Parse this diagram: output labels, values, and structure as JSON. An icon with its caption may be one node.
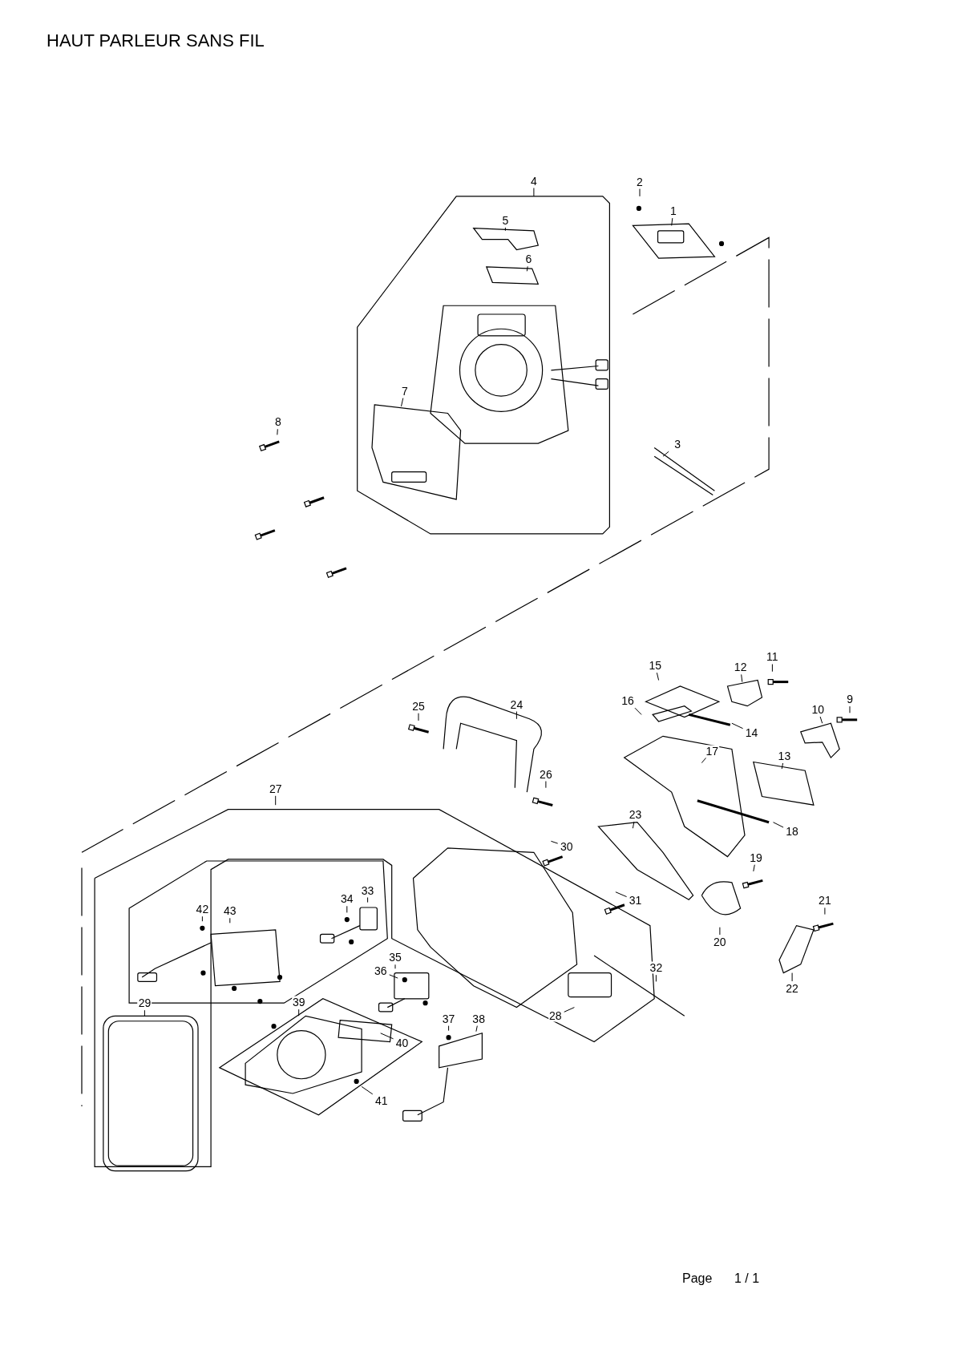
{
  "diagram": {
    "title": "HAUT PARLEUR SANS FIL",
    "nodes": [
      {
        "text": [
          "1"
        ]
      },
      {
        "text": [
          "2"
        ]
      },
      {
        "text": [
          "3"
        ]
      },
      {
        "text": [
          "4"
        ]
      },
      {
        "text": [
          "5"
        ]
      },
      {
        "text": [
          "6"
        ]
      },
      {
        "text": [
          "7"
        ]
      },
      {
        "text": [
          "8"
        ]
      },
      {
        "text": [
          "9"
        ]
      },
      {
        "text": [
          "10"
        ]
      },
      {
        "text": [
          "11"
        ]
      },
      {
        "text": [
          "12"
        ]
      },
      {
        "text": [
          "13"
        ]
      },
      {
        "text": [
          "14"
        ]
      },
      {
        "text": [
          "15"
        ]
      },
      {
        "text": [
          "16"
        ]
      },
      {
        "text": [
          "17"
        ]
      },
      {
        "text": [
          "18"
        ]
      },
      {
        "text": [
          "19"
        ]
      },
      {
        "text": [
          "20"
        ]
      },
      {
        "text": [
          "21"
        ]
      },
      {
        "text": [
          "22"
        ]
      },
      {
        "text": [
          "23"
        ]
      },
      {
        "text": [
          "24"
        ]
      },
      {
        "text": [
          "25"
        ]
      },
      {
        "text": [
          "26"
        ]
      },
      {
        "text": [
          "27"
        ]
      },
      {
        "text": [
          "28"
        ]
      },
      {
        "text": [
          "29"
        ]
      },
      {
        "text": [
          "30"
        ]
      },
      {
        "text": [
          "31"
        ]
      },
      {
        "text": [
          "32"
        ]
      },
      {
        "text": [
          "33"
        ]
      },
      {
        "text": [
          "34"
        ]
      },
      {
        "text": [
          "35"
        ]
      },
      {
        "text": [
          "36"
        ]
      },
      {
        "text": [
          "37"
        ]
      },
      {
        "text": [
          "38"
        ]
      },
      {
        "text": [
          "39"
        ]
      },
      {
        "text": [
          "40"
        ]
      },
      {
        "text": [
          "41"
        ]
      },
      {
        "text": [
          "42"
        ]
      },
      {
        "text": [
          "43"
        ]
      }
    ],
    "edges": [
      {
        "from": 0,
        "to": null,
        "arrow": "none"
      },
      {
        "from": 1,
        "to": null,
        "arrow": "none"
      },
      {
        "from": 2,
        "to": null,
        "arrow": "none"
      },
      {
        "from": 3,
        "to": null,
        "arrow": "none"
      },
      {
        "from": 4,
        "to": null,
        "arrow": "none"
      },
      {
        "from": 5,
        "to": null,
        "arrow": "none"
      },
      {
        "from": 6,
        "to": null,
        "arrow": "none"
      },
      {
        "from": 7,
        "to": null,
        "arrow": "none"
      },
      {
        "from": 8,
        "to": null,
        "arrow": "none"
      },
      {
        "from": 9,
        "to": null,
        "arrow": "none"
      },
      {
        "from": 10,
        "to": null,
        "arrow": "none"
      },
      {
        "from": 11,
        "to": null,
        "arrow": "none"
      },
      {
        "from": 12,
        "to": null,
        "arrow": "none"
      },
      {
        "from": 13,
        "to": null,
        "arrow": "none"
      },
      {
        "from": 14,
        "to": null,
        "arrow": "none"
      },
      {
        "from": 15,
        "to": null,
        "arrow": "none"
      },
      {
        "from": 16,
        "to": null,
        "arrow": "none"
      },
      {
        "from": 17,
        "to": null,
        "arrow": "none"
      },
      {
        "from": 18,
        "to": null,
        "arrow": "none"
      },
      {
        "from": 19,
        "to": null,
        "arrow": "none"
      },
      {
        "from": 20,
        "to": null,
        "arrow": "none"
      },
      {
        "from": 21,
        "to": null,
        "arrow": "none"
      },
      {
        "from": 22,
        "to": null,
        "arrow": "none"
      },
      {
        "from": 23,
        "to": null,
        "arrow": "none"
      },
      {
        "from": 24,
        "to": null,
        "arrow": "none"
      },
      {
        "from": 25,
        "to": null,
        "arrow": "none"
      },
      {
        "from": 26,
        "to": null,
        "arrow": "none"
      },
      {
        "from": 27,
        "to": null,
        "arrow": "none"
      },
      {
        "from": 28,
        "to": null,
        "arrow": "none"
      },
      {
        "from": 29,
        "to": null,
        "arrow": "none"
      },
      {
        "from": 30,
        "to": null,
        "arrow": "none"
      },
      {
        "from": 31,
        "to": null,
        "arrow": "none"
      },
      {
        "from": 32,
        "to": null,
        "arrow": "none"
      },
      {
        "from": 33,
        "to": null,
        "arrow": "none"
      },
      {
        "from": 34,
        "to": null,
        "arrow": "none"
      },
      {
        "from": 35,
        "to": null,
        "arrow": "none"
      },
      {
        "from": 36,
        "to": null,
        "arrow": "none"
      },
      {
        "from": 37,
        "to": null,
        "arrow": "none"
      },
      {
        "from": 38,
        "to": null,
        "arrow": "none"
      },
      {
        "from": 39,
        "to": null,
        "arrow": "none"
      },
      {
        "from": 40,
        "to": null,
        "arrow": "none"
      },
      {
        "from": 41,
        "to": null,
        "arrow": "none"
      },
      {
        "from": 42,
        "to": null,
        "arrow": "none"
      }
    ],
    "labels": [
      "Page",
      "1 / 1"
    ]
  }
}
